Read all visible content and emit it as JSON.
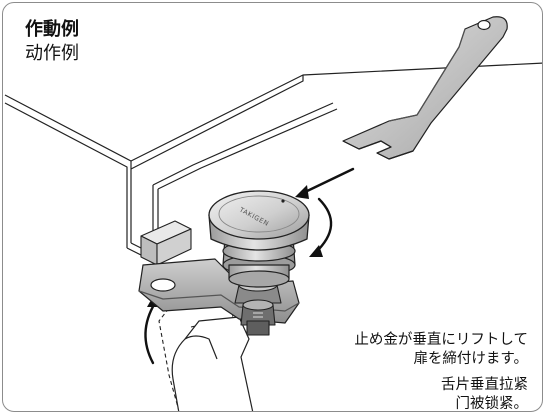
{
  "title": {
    "ja": "作動例",
    "zh": "动作例"
  },
  "caption": {
    "ja_line1": "止め金が垂直にリフトして",
    "ja_line2": "扉を締付けます。",
    "zh_line1": "舌片垂直拉紧",
    "zh_line2": "门被锁紧。"
  },
  "knob_brand": "TAKIGEN",
  "colors": {
    "frame": "#8c8c8c",
    "line": "#222222",
    "metal_light": "#d6d6d6",
    "metal_mid": "#a9a9a9",
    "metal_dark": "#6f6f6f"
  }
}
